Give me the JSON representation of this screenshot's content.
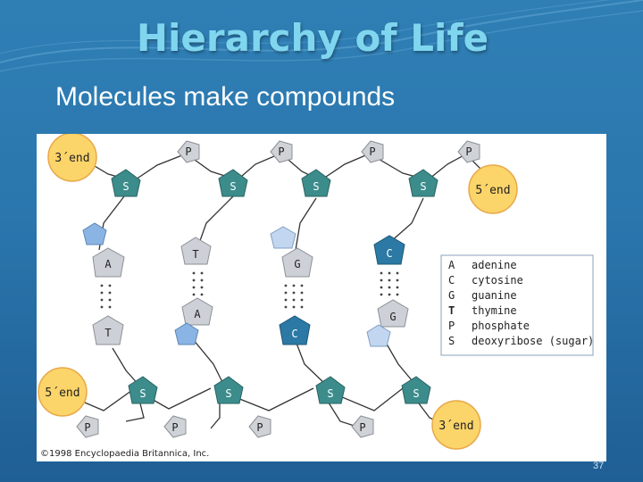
{
  "slide": {
    "title": "Hierarchy of Life",
    "subtitle": "Molecules make compounds",
    "slide_number": "37"
  },
  "diagram": {
    "end_labels": {
      "top_left": "3´end",
      "top_right": "5´end",
      "bottom_left": "5´end",
      "bottom_right": "3´end"
    },
    "phosphate": "P",
    "sugar": "S",
    "top_bases": [
      "A",
      "T",
      "G",
      "C"
    ],
    "bottom_bases": [
      "T",
      "A",
      "C",
      "G"
    ],
    "legend": [
      {
        "code": "A",
        "name": "adenine"
      },
      {
        "code": "C",
        "name": "cytosine"
      },
      {
        "code": "G",
        "name": "guanine"
      },
      {
        "code": "T",
        "name": "thymine"
      },
      {
        "code": "P",
        "name": "phosphate"
      },
      {
        "code": "S",
        "name": "deoxyribose (sugar)"
      }
    ],
    "copyright": "©1998 Encyclopaedia Britannica, Inc.",
    "colors": {
      "end_circle": "#fbd46a",
      "phosphate": "#cfd3d8",
      "sugar": "#3c8c8c",
      "adenine": "#cdd0d6",
      "thymine": "#cdd0d6",
      "guanine": "#cdd0d6",
      "cytosine": "#2b79a4",
      "ring_blue": "#8ab4e3"
    }
  }
}
